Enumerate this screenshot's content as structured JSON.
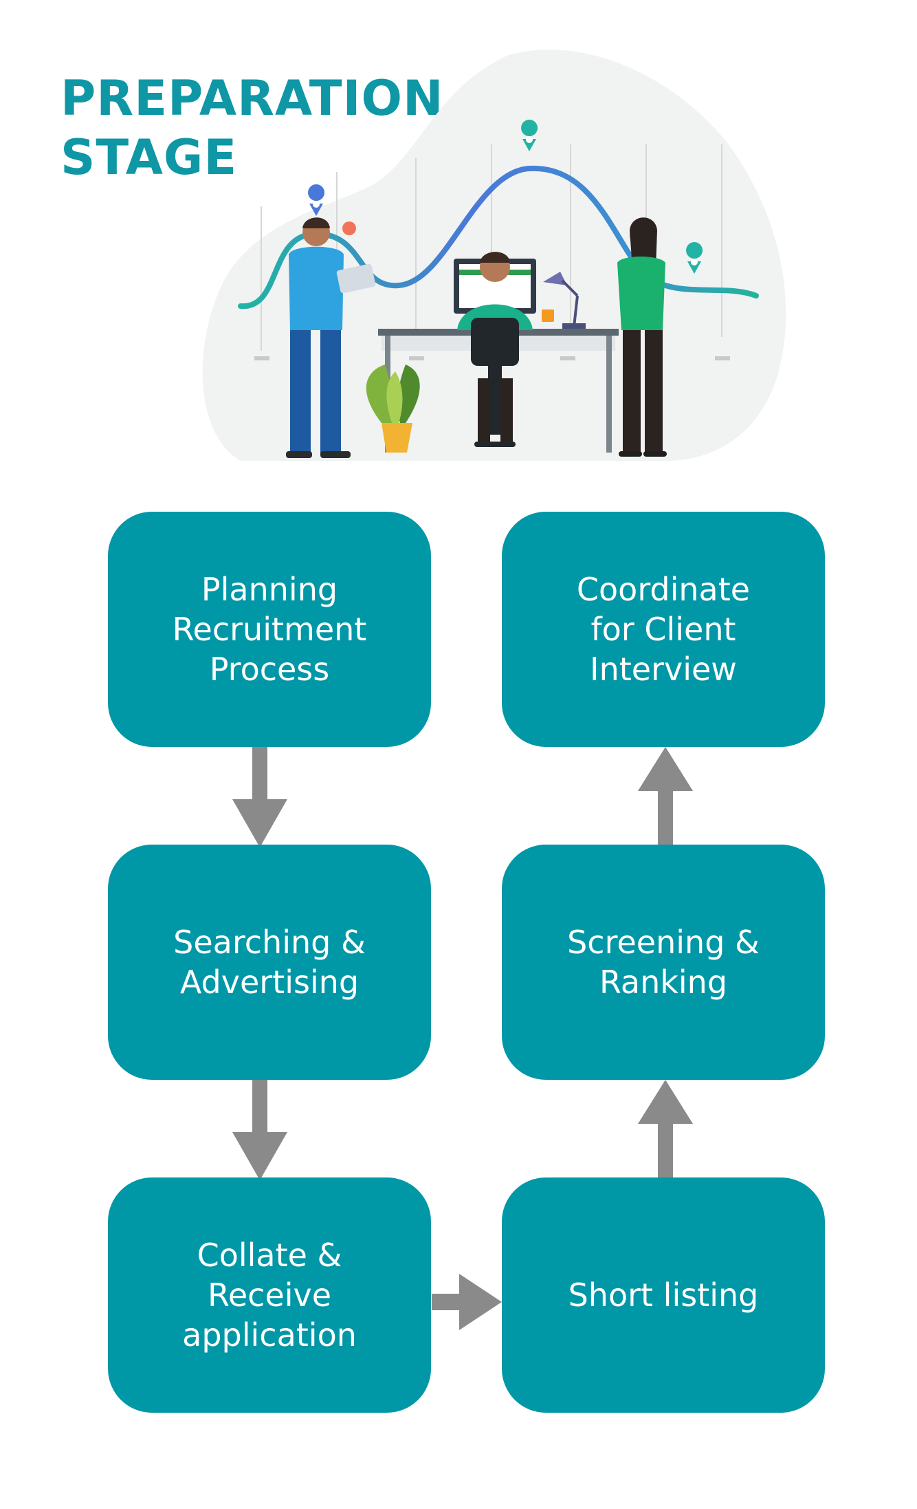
{
  "title": {
    "line1": "PREPARATION",
    "line2": "STAGE"
  },
  "colors": {
    "accent": "#0097a7",
    "title": "#0f97a6",
    "arrow": "#8a8a8a",
    "blob": "#f1f2f2"
  },
  "steps": [
    {
      "lines": [
        "Planning",
        "Recruitment",
        "Process"
      ]
    },
    {
      "lines": [
        "Searching &",
        "Advertising"
      ]
    },
    {
      "lines": [
        "Collate &",
        "Receive",
        "application"
      ]
    },
    {
      "lines": [
        "Short listing"
      ]
    },
    {
      "lines": [
        "Screening &",
        "Ranking"
      ]
    },
    {
      "lines": [
        "Coordinate",
        "for Client",
        "Interview"
      ]
    }
  ],
  "flow": [
    "step-1 -> step-2",
    "step-2 -> step-3",
    "step-3 -> step-4",
    "step-4 -> step-5",
    "step-5 -> step-6"
  ],
  "illustration": [
    "growth-chart-illustration",
    "man-with-tablet",
    "person-at-desk-computer",
    "woman-standing",
    "potted-plant",
    "desk-lamp",
    "location-pin-icon"
  ]
}
